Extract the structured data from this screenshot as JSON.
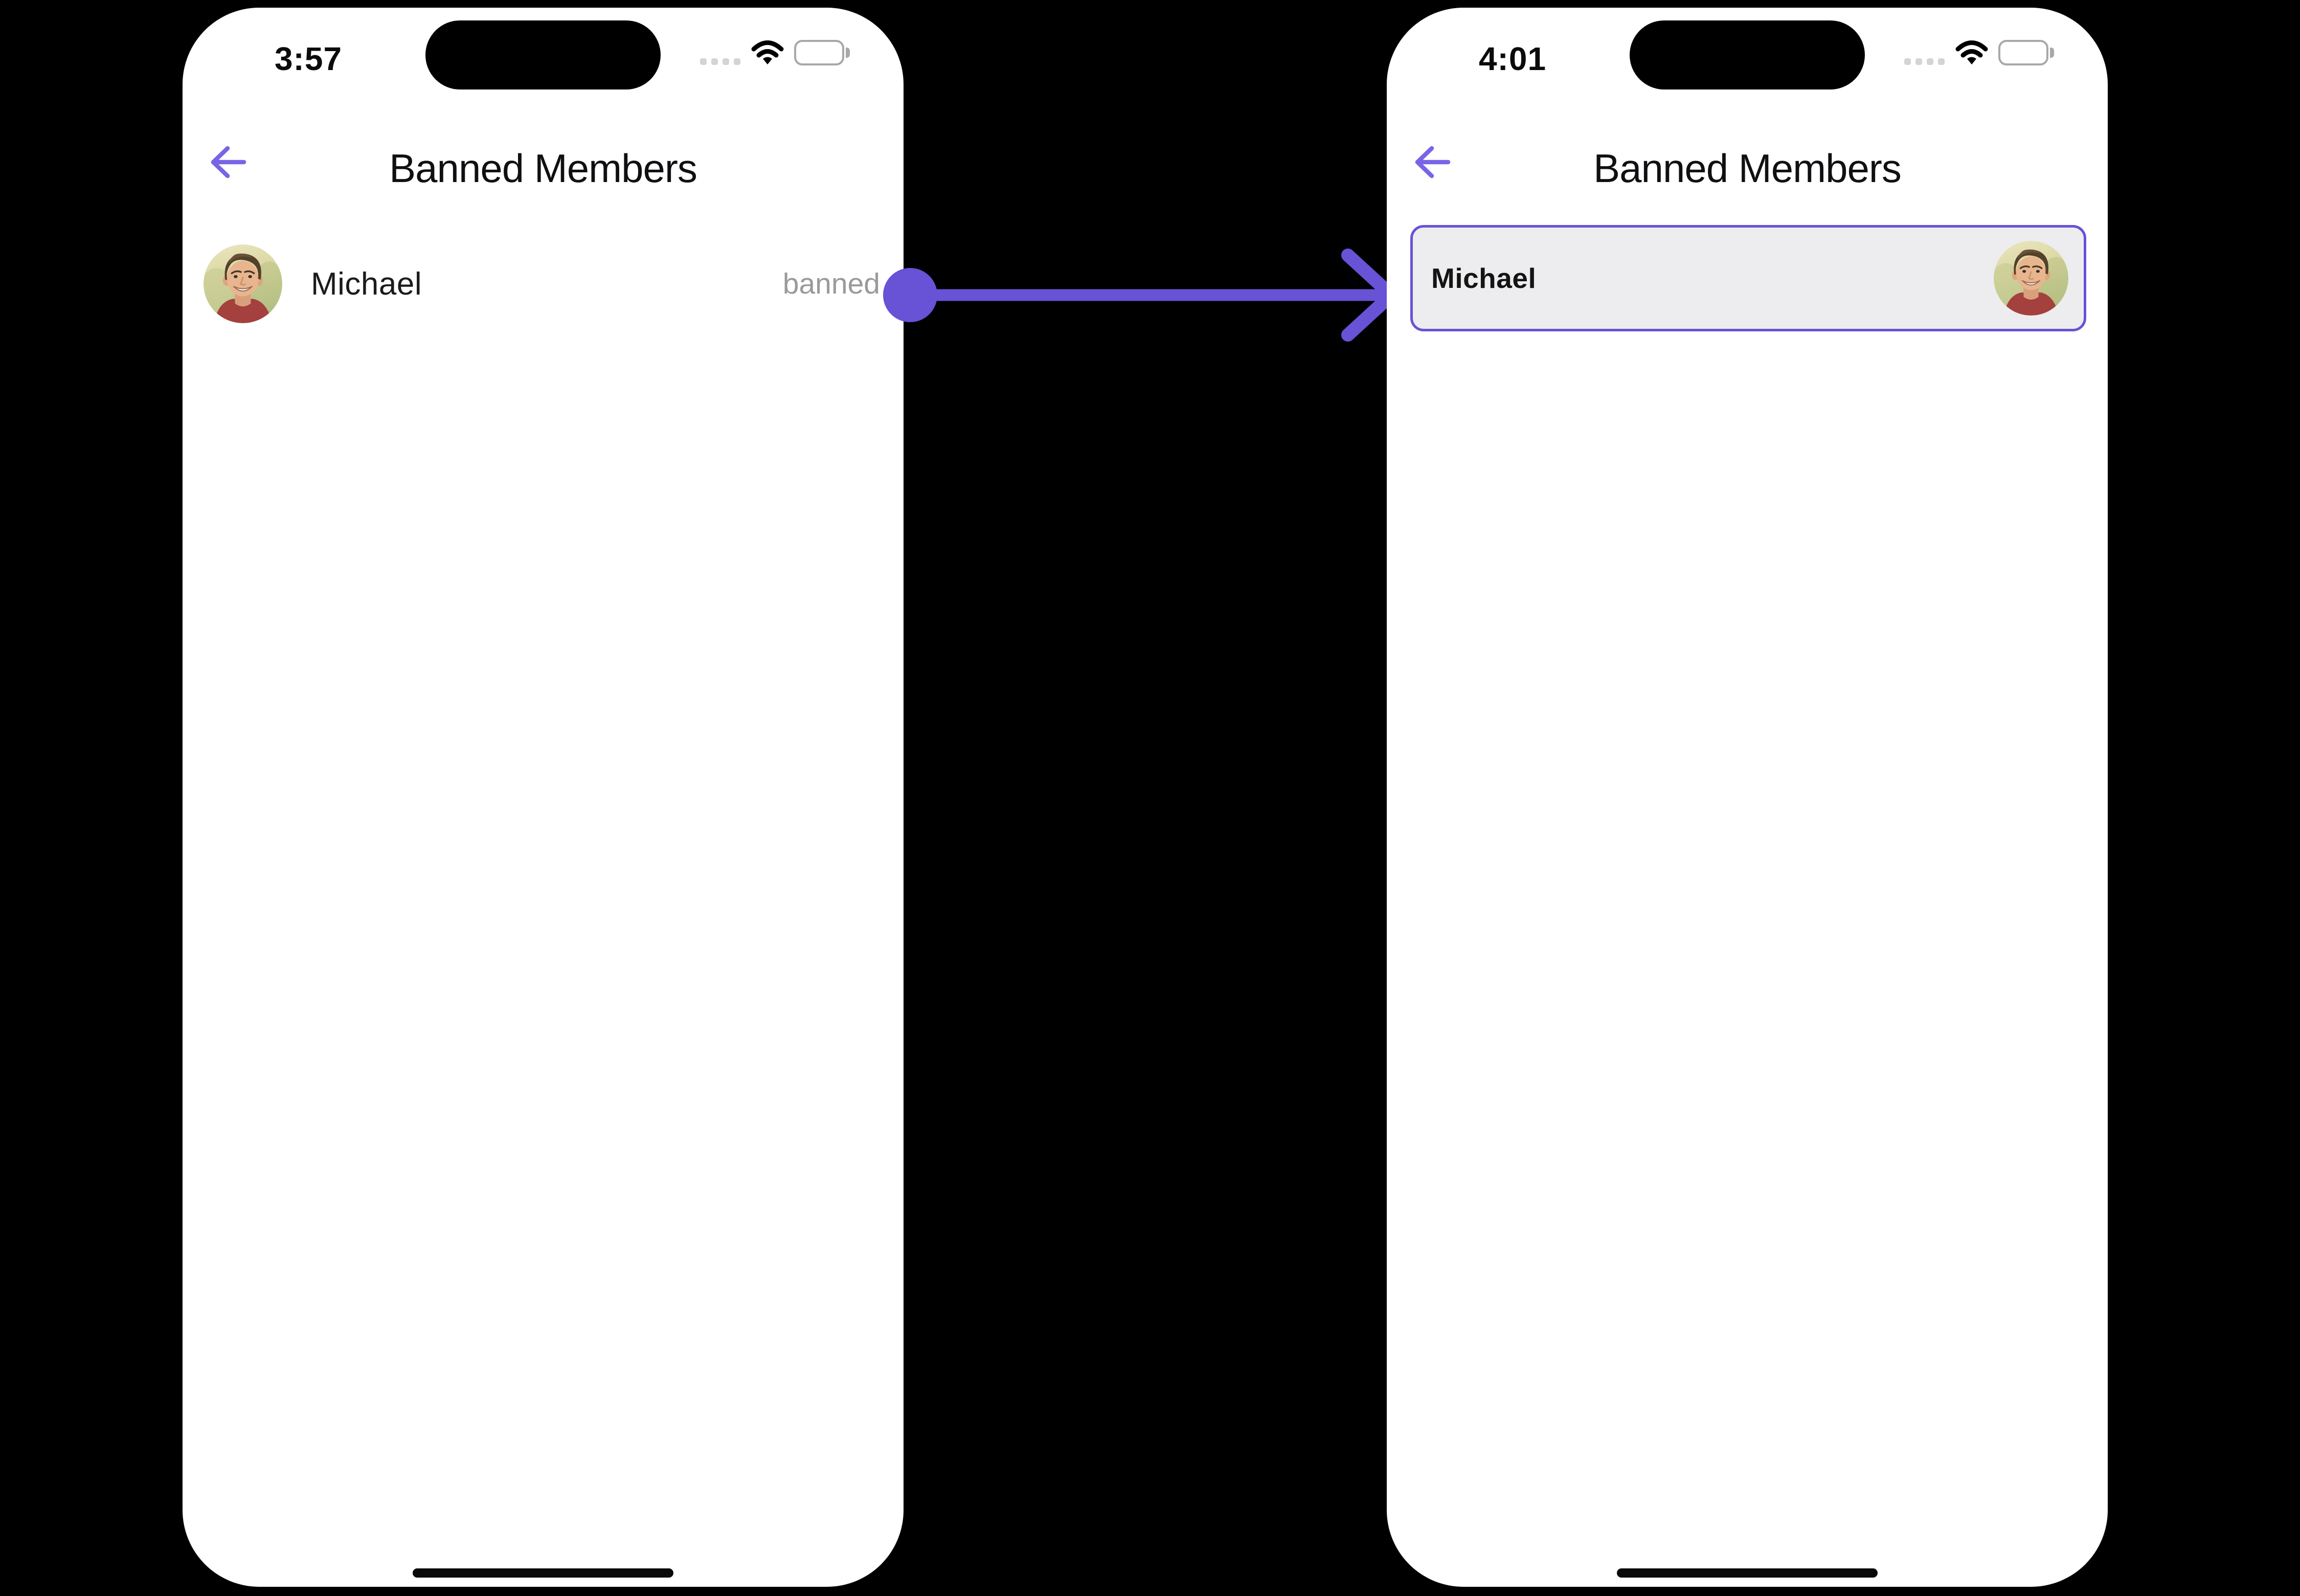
{
  "left_phone": {
    "status_time": "3:57",
    "title": "Banned Members",
    "member": {
      "name": "Michael",
      "status": "banned"
    }
  },
  "right_phone": {
    "status_time": "4:01",
    "title": "Banned Members",
    "member": {
      "name": "Michael"
    }
  },
  "colors": {
    "accent_purple": "#6852D6",
    "back_arrow_purple": "#7765E6",
    "banned_text_gray": "#9A9A9A",
    "card_background": "#EDEDEF",
    "phone_background": "#FFFFFF",
    "page_background": "#000000"
  },
  "icons": {
    "back": "left-arrow",
    "cellular": "four-dots",
    "wifi": "three-arcs",
    "battery": "battery-full",
    "connector": "dot-line-chevron-right"
  }
}
